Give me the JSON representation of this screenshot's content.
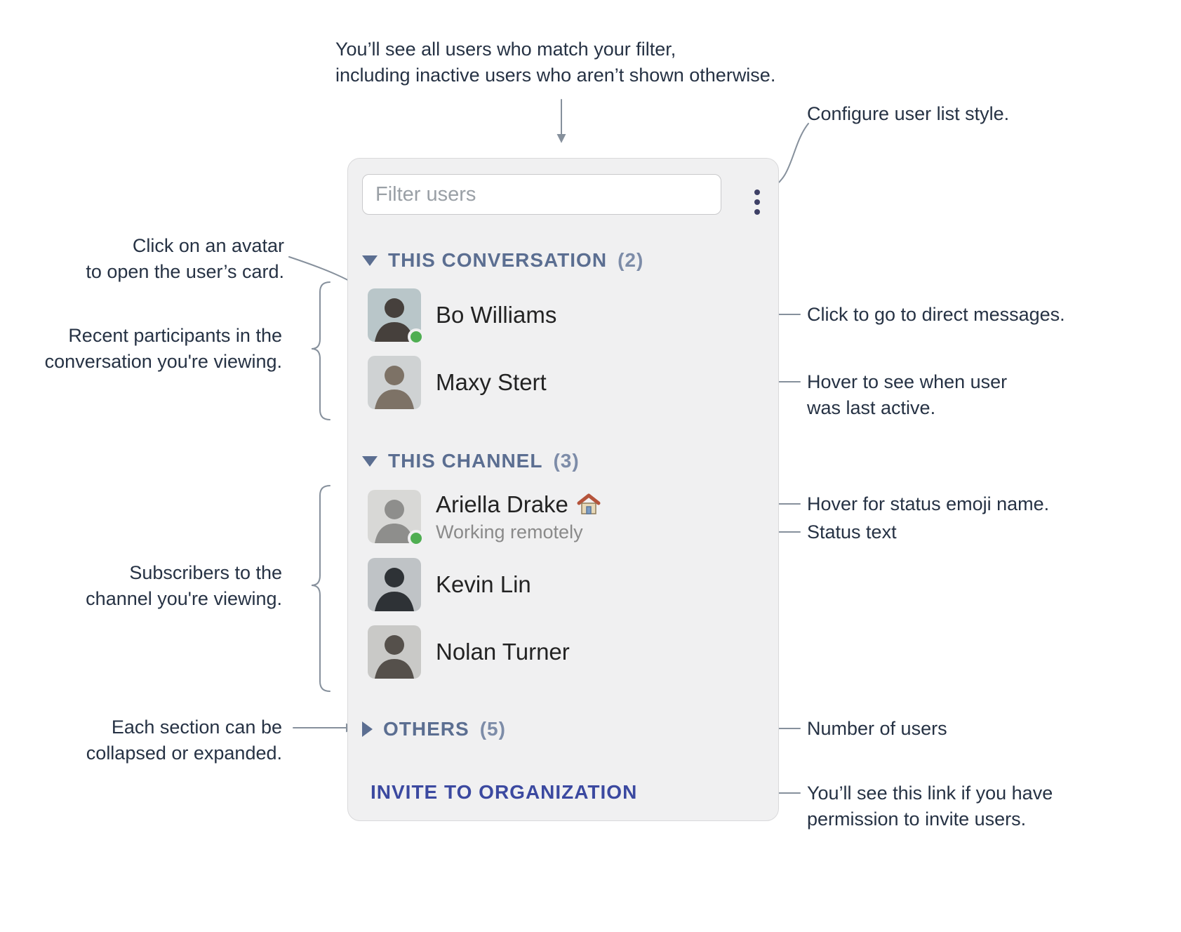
{
  "annotations": {
    "filter_note": {
      "line1": "You’ll see all users who match your filter,",
      "line2": "including inactive users who aren’t shown otherwise."
    },
    "configure_note": "Configure user list style.",
    "avatar_note": {
      "line1": "Click on an avatar",
      "line2": "to open the user’s card."
    },
    "participants_note": {
      "line1": "Recent participants in the",
      "line2": "conversation you're viewing."
    },
    "subscribers_note": {
      "line1": "Subscribers to the",
      "line2": "channel you're viewing."
    },
    "collapse_note": {
      "line1": "Each section can be",
      "line2": "collapsed or expanded."
    },
    "dm_note": "Click to go to direct messages.",
    "last_active_note": {
      "line1": "Hover to see when user",
      "line2": "was last active."
    },
    "emoji_note": "Hover for status emoji name.",
    "status_note": "Status text",
    "count_note": "Number of users",
    "invite_note": {
      "line1": "You’ll see this link if you have",
      "line2": "permission to invite users."
    }
  },
  "panel": {
    "filter_placeholder": "Filter users",
    "menu_icon": "vertical-ellipsis-icon",
    "sections": [
      {
        "label": "THIS CONVERSATION",
        "count": "(2)",
        "state": "expanded",
        "users": [
          {
            "name": "Bo Williams",
            "presence": "online"
          },
          {
            "name": "Maxy Stert"
          }
        ]
      },
      {
        "label": "THIS CHANNEL",
        "count": "(3)",
        "state": "expanded",
        "users": [
          {
            "name": "Ariella Drake",
            "status_emoji": "🏠",
            "status_text": "Working remotely",
            "presence": "online"
          },
          {
            "name": "Kevin Lin"
          },
          {
            "name": "Nolan Turner"
          }
        ]
      },
      {
        "label": "OTHERS",
        "count": "(5)",
        "state": "collapsed",
        "users": []
      }
    ],
    "invite_link": "INVITE TO ORGANIZATION"
  },
  "colors": {
    "section_header": "#5b6e91",
    "section_count": "#7d8ca8",
    "invite_link": "#3b49a0",
    "presence_online": "#4fae52",
    "panel_bg": "#f0f0f1",
    "annotation_text": "#263244",
    "connector": "#86909c",
    "kebab_icon": "#3e4066"
  }
}
